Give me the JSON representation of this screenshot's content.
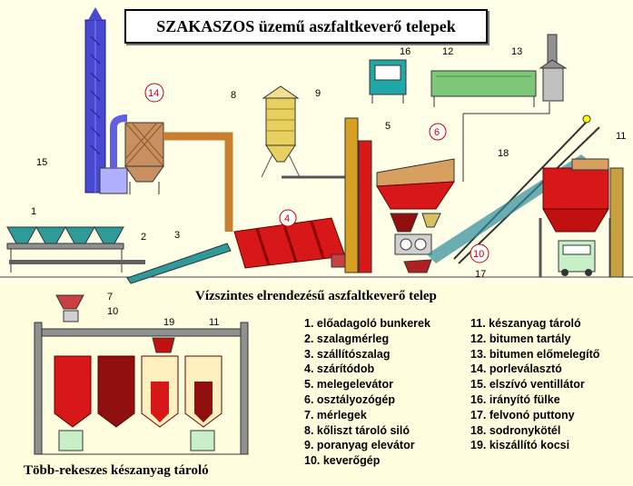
{
  "title": "SZAKASZOS üzemű aszfaltkeverő telepek",
  "subtitle_top": "Vízszintes elrendezésű aszfaltkeverő telep",
  "subtitle_bottom": "Több-rekeszes készanyag tároló",
  "legend_left": [
    "1. előadagoló bunkerek",
    "2. szalagmérleg",
    "3. szállítószalag",
    "4. szárítódob",
    "5. melegelevátor",
    "6. osztályozógép",
    "7. mérlegek",
    "8. kőliszt tároló siló",
    "9. poranyag elevátor",
    "10. keverőgép"
  ],
  "legend_right": [
    "11. készanyag tároló",
    "12. bitumen tartály",
    "13. bitumen előmelegítő",
    "14. porleválasztó",
    "15. elszívó ventillátor",
    "16. irányító fülke",
    "17. felvonó puttony",
    "18. sodronykötél",
    "19. kiszállító kocsi"
  ],
  "callouts": {
    "n1": "1",
    "n2": "2",
    "n3": "3",
    "n4": "4",
    "n5": "5",
    "n6": "6",
    "n7": "7",
    "n8": "8",
    "n9": "9",
    "n10": "10",
    "n10b": "10",
    "n11": "11",
    "n11b": "11",
    "n12": "12",
    "n13": "13",
    "n14": "14",
    "n15": "15",
    "n16": "16",
    "n17": "17",
    "n18": "18",
    "n19": "19"
  },
  "colors": {
    "background": "#ffffe0",
    "bunker": "#2e9a9a",
    "drum": "#d81818",
    "steel": "#909090",
    "silo": "#e8d060",
    "elevator": "#d8a020",
    "tank": "#7cc878",
    "cabin": "#20a8a8",
    "chimney": "#5050d8",
    "callout_circle": "#cc0000"
  }
}
